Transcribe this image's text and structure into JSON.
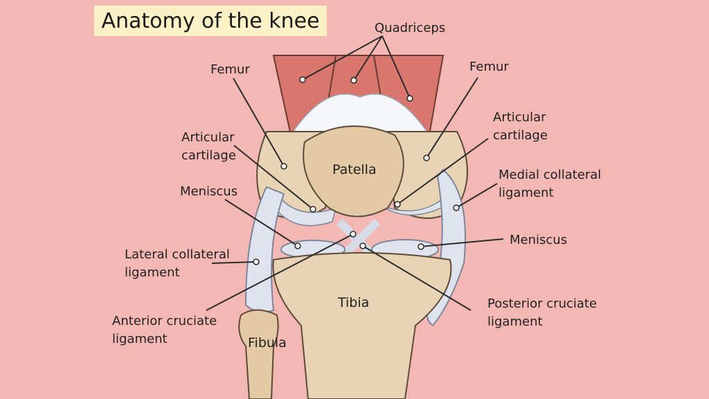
{
  "title": "Anatomy of the knee",
  "labels": {
    "quadriceps": "Quadriceps",
    "femur_left": "Femur",
    "femur_right": "Femur",
    "articular_left_1": "Articular",
    "articular_left_2": "cartilage",
    "articular_right_1": "Articular",
    "articular_right_2": "cartilage",
    "meniscus_left": "Meniscus",
    "meniscus_right": "Meniscus",
    "medial_1": "Medial collateral",
    "medial_2": "ligament",
    "lateral_1": "Lateral collateral",
    "lateral_2": "ligament",
    "anterior_1": "Anterior cruciate",
    "anterior_2": "ligament",
    "posterior_1": "Posterior cruciate",
    "posterior_2": "ligament",
    "patella": "Patella",
    "tibia": "Tibia",
    "fibula": "Fibula"
  },
  "colors": {
    "background": "#f4b8b4",
    "title_box": "#fbf1c6",
    "muscle": "#d9776f",
    "bone": "#e8d3b4",
    "cartilage": "#dfe3ee",
    "line": "#2a2a2a"
  }
}
